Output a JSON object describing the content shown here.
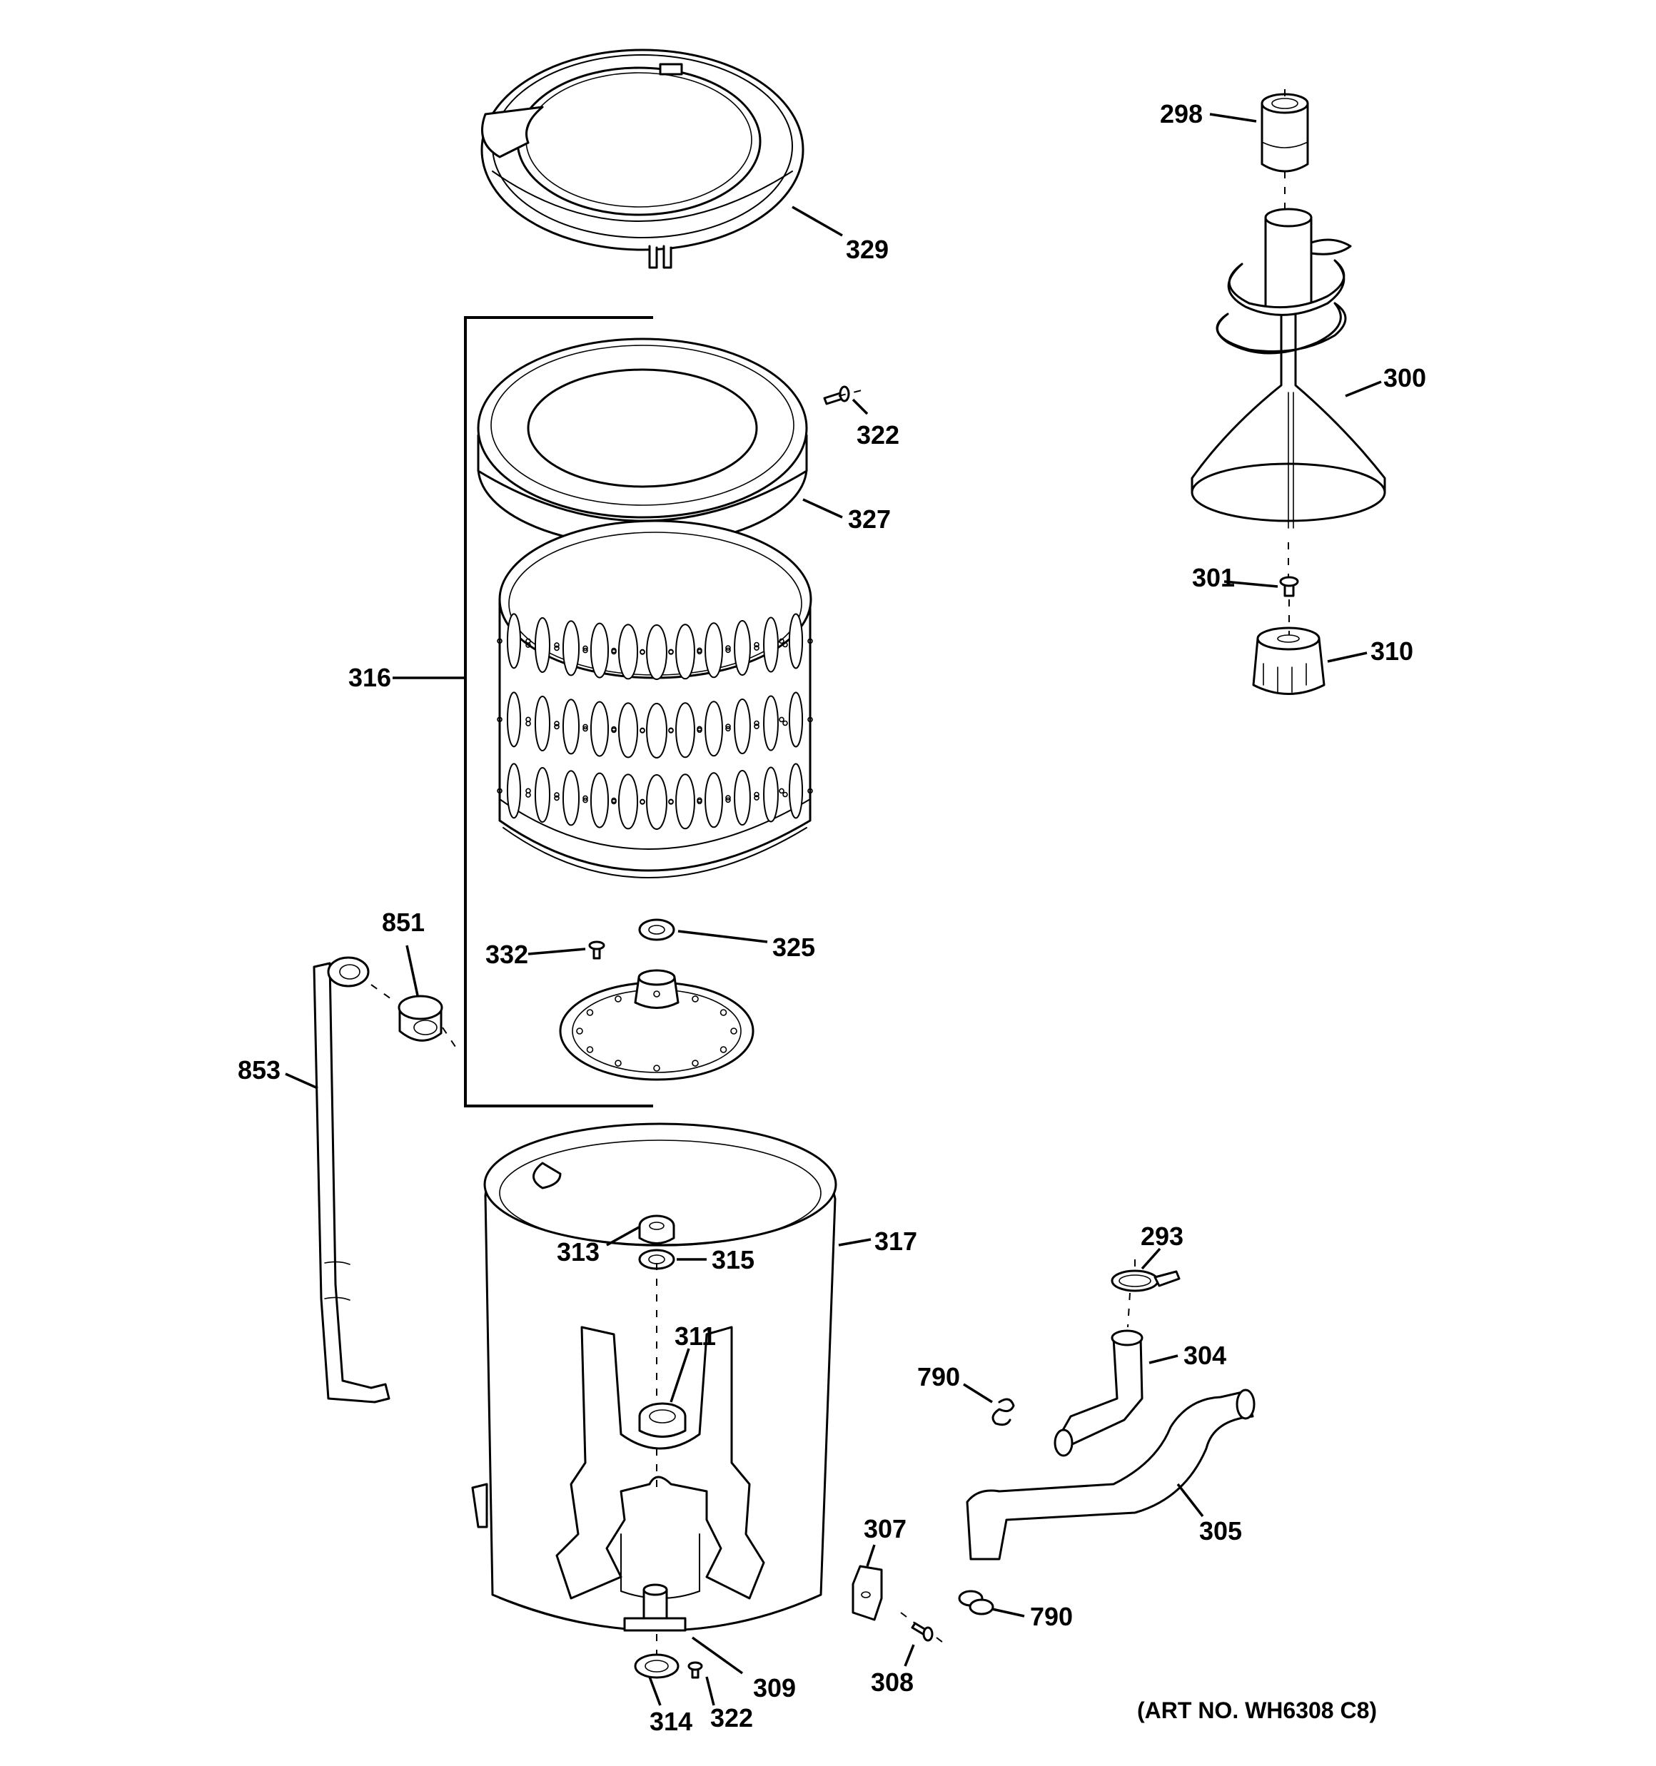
{
  "art_number": "(ART NO. WH6308 C8)",
  "callouts": {
    "c298": "298",
    "c329": "329",
    "c300": "300",
    "c322_top": "322",
    "c327": "327",
    "c301": "301",
    "c310": "310",
    "c316": "316",
    "c851": "851",
    "c332": "332",
    "c325": "325",
    "c853": "853",
    "c293": "293",
    "c317": "317",
    "c313": "313",
    "c315": "315",
    "c311": "311",
    "c790_top": "790",
    "c304": "304",
    "c305": "305",
    "c307": "307",
    "c790_bottom": "790",
    "c308": "308",
    "c309": "309",
    "c314": "314",
    "c322_bottom": "322"
  }
}
